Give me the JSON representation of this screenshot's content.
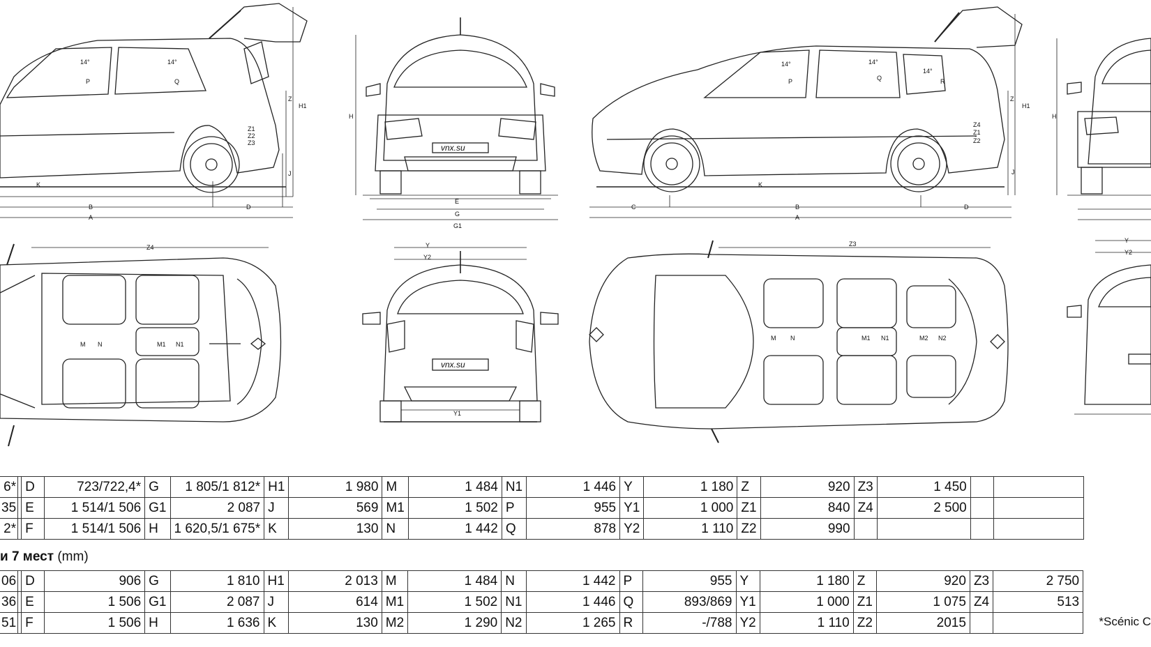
{
  "watermark": "vnx.su",
  "drawing_labels": {
    "side1": [
      "14°",
      "14°",
      "P",
      "Q",
      "Z",
      "H1",
      "Z1",
      "Z2",
      "Z3",
      "J",
      "K",
      "B",
      "D",
      "A"
    ],
    "front1": [
      "H",
      "E",
      "G",
      "G1"
    ],
    "side2": [
      "14°",
      "14°",
      "14°",
      "P",
      "Q",
      "R",
      "Z",
      "H1",
      "Z4",
      "Z1",
      "Z2",
      "J",
      "K",
      "C",
      "D",
      "B",
      "A"
    ],
    "front2": [
      "H",
      "Y",
      "Y2"
    ],
    "top1": [
      "Z4",
      "M",
      "N",
      "M1",
      "N1"
    ],
    "rear1": [
      "Y",
      "Y2",
      "Y1"
    ],
    "top2": [
      "Z3",
      "M",
      "N",
      "M1",
      "N1",
      "M2",
      "N2"
    ]
  },
  "table1": {
    "rows": [
      [
        [
          "6*",
          ""
        ],
        [
          "D",
          "723/722,4*"
        ],
        [
          "G",
          "1 805/1 812*"
        ],
        [
          "H1",
          "1 980"
        ],
        [
          "M",
          "1 484"
        ],
        [
          "N1",
          "1 446"
        ],
        [
          "Y",
          "1 180"
        ],
        [
          "Z",
          "920"
        ],
        [
          "Z3",
          "1 450"
        ],
        [
          "",
          ""
        ]
      ],
      [
        [
          "35",
          ""
        ],
        [
          "E",
          "1 514/1 506"
        ],
        [
          "G1",
          "2 087"
        ],
        [
          "J",
          "569"
        ],
        [
          "M1",
          "1 502"
        ],
        [
          "P",
          "955"
        ],
        [
          "Y1",
          "1 000"
        ],
        [
          "Z1",
          "840"
        ],
        [
          "Z4",
          "2 500"
        ],
        [
          "",
          ""
        ]
      ],
      [
        [
          "2*",
          ""
        ],
        [
          "F",
          "1 514/1 506"
        ],
        [
          "H",
          "1 620,5/1 675*"
        ],
        [
          "K",
          "130"
        ],
        [
          "N",
          "1 442"
        ],
        [
          "Q",
          "878"
        ],
        [
          "Y2",
          "1 110"
        ],
        [
          "Z2",
          "990"
        ],
        [
          "",
          ""
        ],
        [
          "",
          ""
        ]
      ]
    ]
  },
  "section2": {
    "title_bold": "и 7 мест",
    "title_rest": " (mm)"
  },
  "table2": {
    "rows": [
      [
        [
          "06",
          ""
        ],
        [
          "D",
          "906"
        ],
        [
          "G",
          "1 810"
        ],
        [
          "H1",
          "2 013"
        ],
        [
          "M",
          "1 484"
        ],
        [
          "N",
          "1 442"
        ],
        [
          "P",
          "955"
        ],
        [
          "Y",
          "1 180"
        ],
        [
          "Z",
          "920"
        ],
        [
          "Z3",
          "2 750"
        ]
      ],
      [
        [
          "36",
          ""
        ],
        [
          "E",
          "1 506"
        ],
        [
          "G1",
          "2 087"
        ],
        [
          "J",
          "614"
        ],
        [
          "M1",
          "1 502"
        ],
        [
          "N1",
          "1 446"
        ],
        [
          "Q",
          "893/869"
        ],
        [
          "Y1",
          "1 000"
        ],
        [
          "Z1",
          "1 075"
        ],
        [
          "Z4",
          "513"
        ]
      ],
      [
        [
          "51",
          ""
        ],
        [
          "F",
          "1 506"
        ],
        [
          "H",
          "1 636"
        ],
        [
          "K",
          "130"
        ],
        [
          "M2",
          "1 290"
        ],
        [
          "N2",
          "1 265"
        ],
        [
          "R",
          "-/788"
        ],
        [
          "Y2",
          "1 110"
        ],
        [
          "Z2",
          "2015"
        ],
        [
          "",
          ""
        ]
      ]
    ]
  },
  "footnote": "*Scénic C"
}
